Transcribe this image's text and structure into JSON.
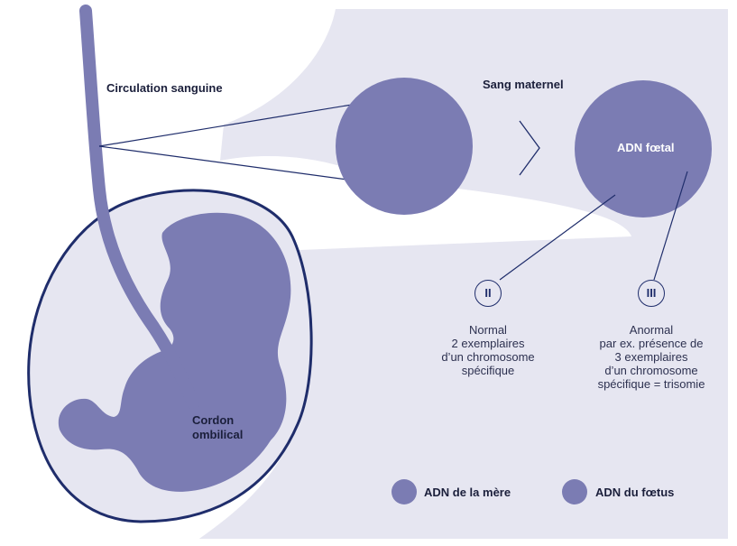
{
  "labels": {
    "circulation": "Circulation sanguine",
    "sang_maternel": "Sang maternel",
    "adn_foetal": "ADN fœtal",
    "cordon_line1": "Cordon",
    "cordon_line2": "ombilical"
  },
  "outcomes": [
    {
      "numeral": "II",
      "lines": [
        "Normal",
        "2 exemplaires",
        "d’un chromosome",
        "spécifique"
      ]
    },
    {
      "numeral": "III",
      "lines": [
        "Anormal",
        "par ex. présence de",
        "3 exemplaires",
        "d’un chromosome",
        "spécifique = trisomie"
      ]
    }
  ],
  "legend": {
    "mother": "ADN de la mère",
    "fetus": "ADN du fœtus"
  },
  "colors": {
    "background": "#e6e6f1",
    "body": "#7b7cb3",
    "outline": "#1f2d6b",
    "dna_mother": "#ffffff",
    "dna_fetus": "#242f63"
  }
}
